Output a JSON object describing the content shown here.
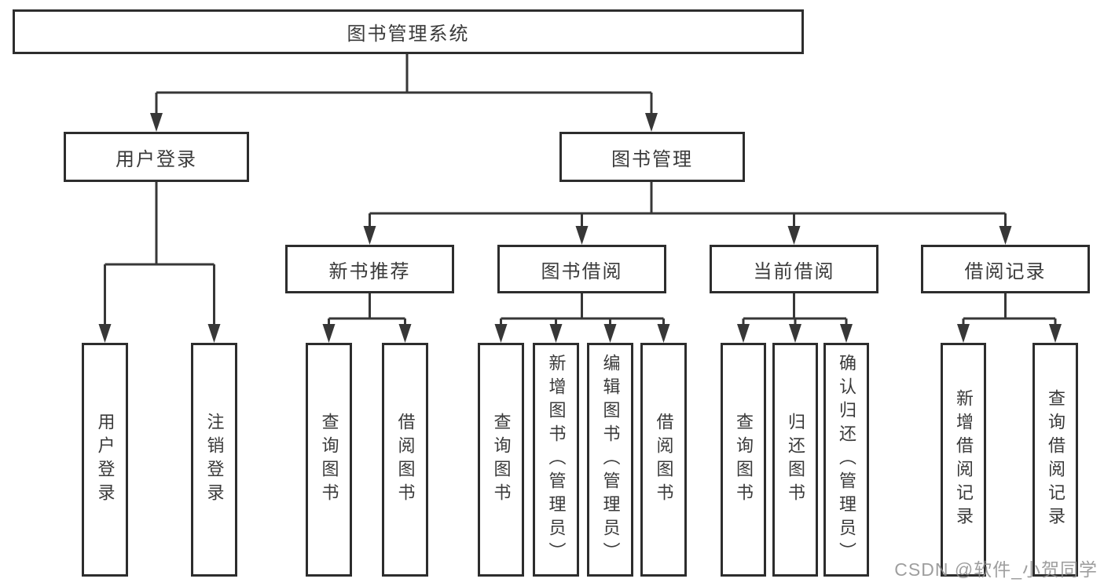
{
  "tree": {
    "root": {
      "label": "图书管理系统"
    },
    "branches": [
      {
        "label": "用户登录",
        "children": [
          {
            "label": "用户登录"
          },
          {
            "label": "注销登录"
          }
        ]
      },
      {
        "label": "图书管理",
        "children": [
          {
            "label": "新书推荐",
            "children": [
              {
                "label": "查询图书"
              },
              {
                "label": "借阅图书"
              }
            ]
          },
          {
            "label": "图书借阅",
            "children": [
              {
                "label": "查询图书"
              },
              {
                "label": "新增图书（管理员）"
              },
              {
                "label": "编辑图书（管理员）"
              },
              {
                "label": "借阅图书"
              }
            ]
          },
          {
            "label": "当前借阅",
            "children": [
              {
                "label": "查询图书"
              },
              {
                "label": "归还图书"
              },
              {
                "label": "确认归还（管理员）"
              }
            ]
          },
          {
            "label": "借阅记录",
            "children": [
              {
                "label": "新增借阅记录"
              },
              {
                "label": "查询借阅记录"
              }
            ]
          }
        ]
      }
    ]
  },
  "watermark": {
    "text": "CSDN @软件_小贺同学",
    "color": "#8e8e8e"
  },
  "colors": {
    "line": "#373737",
    "border": "#2d2d2d",
    "text": "#3a3a3a",
    "background": "#ffffff"
  }
}
